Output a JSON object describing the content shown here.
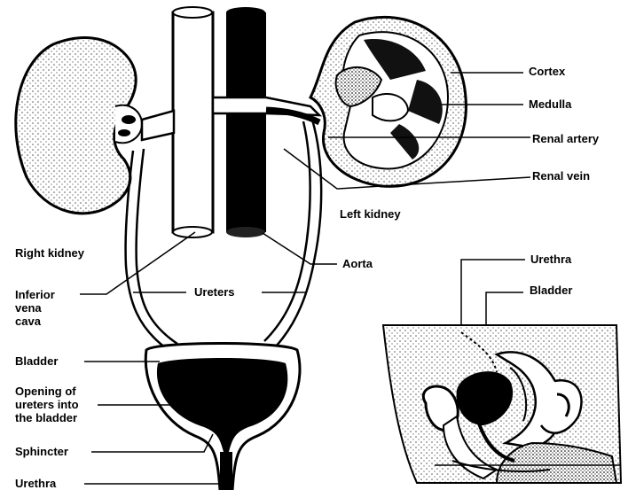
{
  "labels": {
    "cortex": "Cortex",
    "medulla": "Medulla",
    "renal_artery": "Renal artery",
    "renal_vein": "Renal vein",
    "left_kidney": "Left kidney",
    "right_kidney": "Right kidney",
    "aorta": "Aorta",
    "inferior_vena_cava": "Inferior\nvena\ncava",
    "ureters": "Ureters",
    "bladder_main": "Bladder",
    "opening_of_ureters": "Opening of\nureters into\nthe bladder",
    "sphincter": "Sphincter",
    "urethra_main": "Urethra",
    "urethra_inset": "Urethra",
    "bladder_inset": "Bladder"
  },
  "colors": {
    "ink": "#000000",
    "paper": "#ffffff",
    "stipple": "#7a7a7a"
  }
}
